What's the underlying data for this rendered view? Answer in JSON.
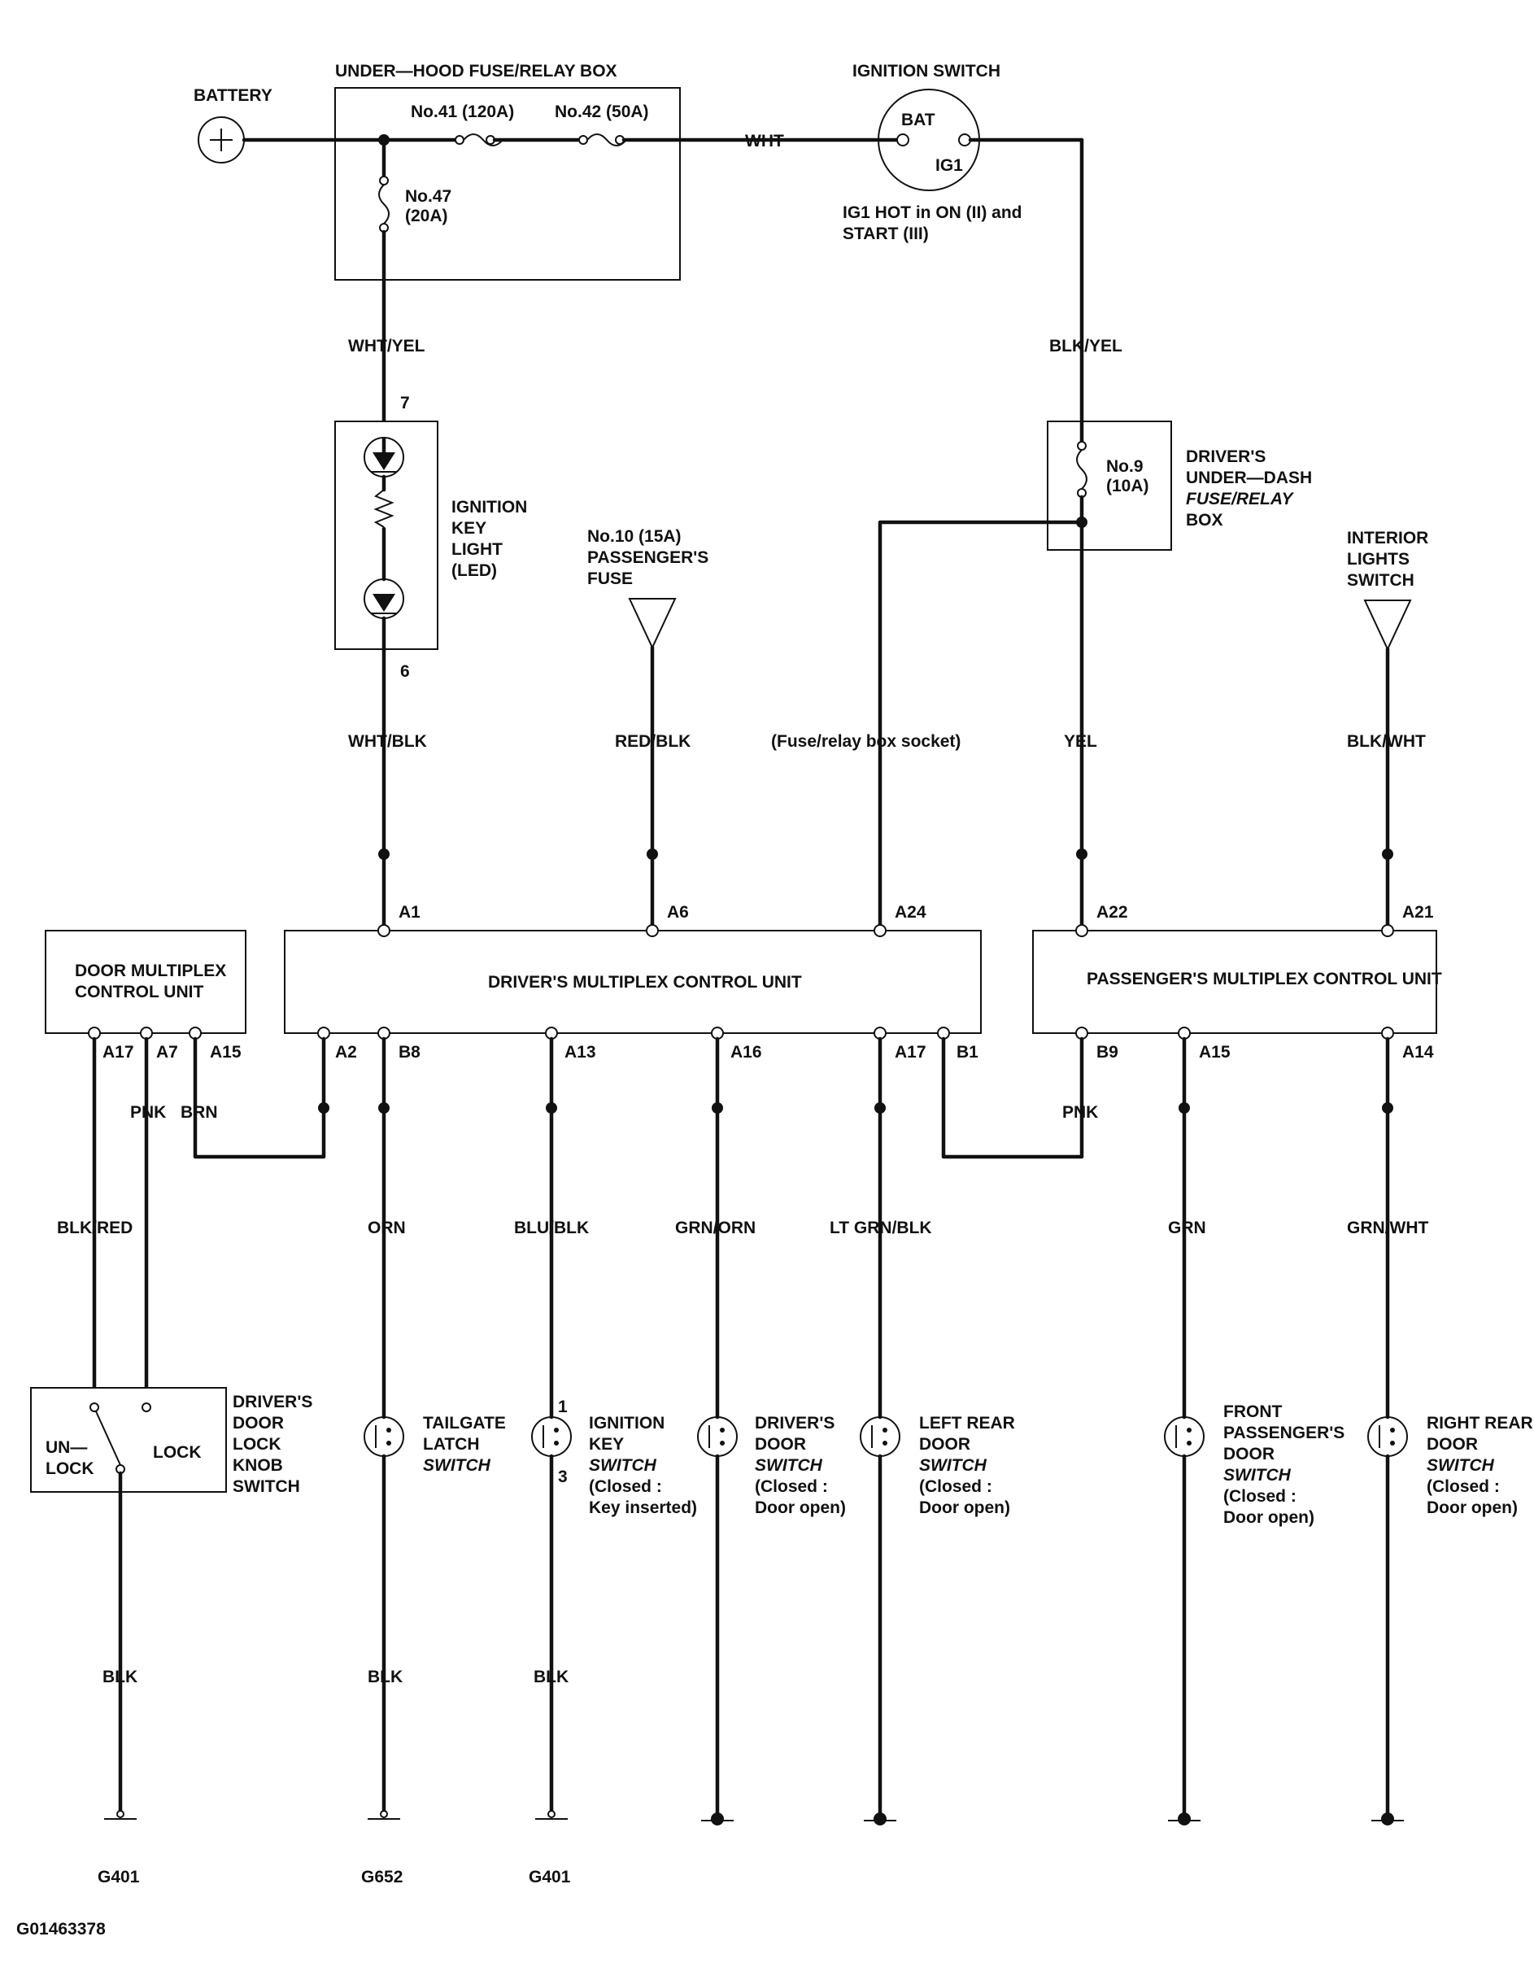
{
  "battery": {
    "label": "BATTERY"
  },
  "fuse_box": {
    "title": "UNDER—HOOD FUSE/RELAY BOX",
    "fuse41": "No.41 (120A)",
    "fuse42": "No.42 (50A)",
    "fuse47_a": "No.47",
    "fuse47_b": "(20A)"
  },
  "ignition_switch": {
    "title": "IGNITION SWITCH",
    "bat": "BAT",
    "ig1": "IG1",
    "note_1": "IG1 HOT in ON (II) and",
    "note_2": "START (III)"
  },
  "wires": {
    "wht": "WHT",
    "wht_yel": "WHT/YEL",
    "blk_yel": "BLK/YEL",
    "wht_blk": "WHT/BLK",
    "red_blk": "RED/BLK",
    "socket": "(Fuse/relay box socket)",
    "yel": "YEL",
    "blk_wht": "BLK/WHT",
    "pnk_left": "PNK",
    "brn": "BRN",
    "pnk_right": "PNK",
    "blk_red": "BLK/RED",
    "orn": "ORN",
    "blu_blk": "BLU/BLK",
    "grn_orn": "GRN/ORN",
    "lt_grn_blk": "LT GRN/BLK",
    "grn": "GRN",
    "grn_wht": "GRN/WHT",
    "blk_1": "BLK",
    "blk_2": "BLK",
    "blk_3": "BLK"
  },
  "key_light": {
    "pin_top": "7",
    "pin_bottom": "6",
    "label": [
      "IGNITION",
      "KEY",
      "LIGHT",
      "(LED)"
    ]
  },
  "passenger_fuse": {
    "label": [
      "No.10 (15A)",
      "PASSENGER'S",
      "FUSE"
    ]
  },
  "underdash_box": {
    "fuse_a": "No.9",
    "fuse_b": "(10A)",
    "label": [
      "DRIVER'S",
      "UNDER—DASH",
      "FUSE/RELAY",
      "BOX"
    ]
  },
  "interior_switch": {
    "label": [
      "INTERIOR",
      "LIGHTS",
      "SWITCH"
    ]
  },
  "door_mpcu": {
    "label_1": "DOOR MULTIPLEX",
    "label_2": "CONTROL UNIT",
    "pins": [
      "A17",
      "A7",
      "A15"
    ]
  },
  "drivers_mpcu": {
    "label": "DRIVER'S MULTIPLEX CONTROL UNIT",
    "top_pins": [
      "A1",
      "A6",
      "A24"
    ],
    "bottom_pins": [
      "A2",
      "B8",
      "A13",
      "A16",
      "A17",
      "B1"
    ]
  },
  "passengers_mpcu": {
    "label": "PASSENGER'S MULTIPLEX CONTROL UNIT",
    "top_pins": [
      "A22",
      "A21"
    ],
    "bottom_pins": [
      "B9",
      "A15",
      "A14"
    ]
  },
  "lock_switch": {
    "un": "UN—",
    "lock_lower": "LOCK",
    "lock": "LOCK",
    "label": [
      "DRIVER'S",
      "DOOR",
      "LOCK",
      "KNOB",
      "SWITCH"
    ]
  },
  "switches": {
    "tailgate": [
      "TAILGATE",
      "LATCH",
      "SWITCH"
    ],
    "ignition_key": [
      "IGNITION",
      "KEY",
      "SWITCH",
      "(Closed :",
      "Key inserted)"
    ],
    "ignition_key_pins": [
      "1",
      "3"
    ],
    "drivers_door": [
      "DRIVER'S",
      "DOOR",
      "SWITCH",
      "(Closed :",
      "Door open)"
    ],
    "left_rear": [
      "LEFT REAR",
      "DOOR",
      "SWITCH",
      "(Closed :",
      "Door open)"
    ],
    "front_passenger": [
      "FRONT",
      "PASSENGER'S",
      "DOOR",
      "SWITCH",
      "(Closed :",
      "Door open)"
    ],
    "right_rear": [
      "RIGHT REAR",
      "DOOR",
      "SWITCH",
      "(Closed :",
      "Door open)"
    ]
  },
  "grounds": [
    "G401",
    "G652",
    "G401"
  ],
  "figure_id": "G01463378"
}
